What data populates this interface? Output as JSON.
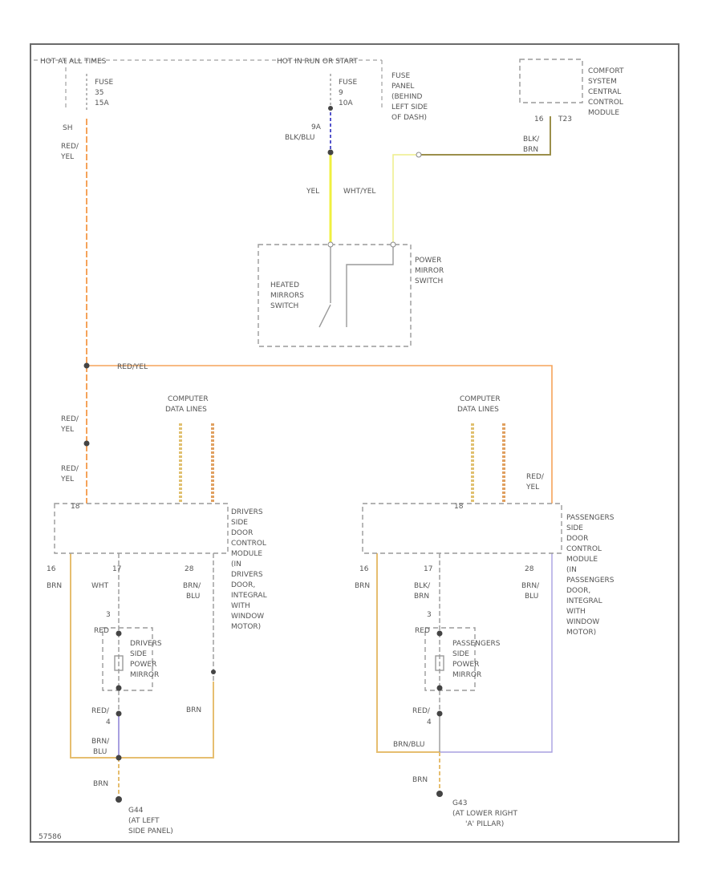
{
  "diagram": {
    "colors": {
      "red_yel": "#f5a35a",
      "yel": "#f0f040",
      "wht_yel": "#eeee88",
      "blk_brn": "#9b8f4a",
      "blk_blu": "#5555cc",
      "brn": "#e6be70",
      "brn_blu": "#a8a0e0",
      "data_line_left": "#e0c070",
      "data_line_right": "#e0a060",
      "gray_wire": "#9a9a9a"
    },
    "top": {
      "hot_all_times": "HOT AT ALL TIMES",
      "hot_run_start": "HOT IN RUN OR START",
      "fuse1": [
        "FUSE",
        "35",
        "15A"
      ],
      "fuse2": [
        "FUSE",
        "9",
        "10A"
      ],
      "fuse_panel": [
        "FUSE",
        "PANEL",
        "(BEHIND",
        "LEFT SIDE",
        "OF DASH)"
      ],
      "connector_a": "SH",
      "wire_a": [
        "RED/",
        "YEL"
      ],
      "connector_b": "9A",
      "wire_b": "BLK/BLU"
    },
    "comfort": {
      "label": [
        "COMFORT",
        "SYSTEM",
        "CENTRAL",
        "CONTROL",
        "MODULE"
      ],
      "pin": "16",
      "connector": "T23",
      "wire": [
        "BLK/",
        "BRN"
      ]
    },
    "switch": {
      "yel": "YEL",
      "wht_yel": "WHT/YEL",
      "power_mirror": [
        "POWER",
        "MIRROR",
        "SWITCH"
      ],
      "heated": [
        "HEATED",
        "MIRRORS",
        "SWITCH"
      ]
    },
    "red_yel_bus": "RED/YEL",
    "wire_labels_left": {
      "w1": [
        "RED/",
        "YEL"
      ],
      "w2": [
        "RED/",
        "YEL"
      ]
    },
    "computer_left": [
      "COMPUTER",
      "DATA LINES"
    ],
    "computer_right": [
      "COMPUTER",
      "DATA LINES"
    ],
    "drivers": {
      "module": [
        "DRIVERS",
        "SIDE",
        "DOOR",
        "CONTROL",
        "MODULE",
        "(IN",
        "DRIVERS",
        "DOOR,",
        "INTEGRAL",
        "WITH",
        "WINDOW",
        "MOTOR)"
      ],
      "pins": {
        "p18": "18",
        "p17": "17",
        "p28": "28",
        "p16": "16"
      },
      "wires": {
        "brn": "BRN",
        "wht": "WHT",
        "brn_blu": [
          "BRN/",
          "BLU"
        ],
        "red": "RED",
        "red2": "RED/",
        "brn2": "BRN/",
        "blu": "BLU",
        "brn3": "BRN",
        "brn_gnd": "BRN"
      },
      "mirror": [
        "DRIVERS",
        "SIDE",
        "POWER",
        "MIRROR"
      ],
      "conn": {
        "c3": "3",
        "c4": "4"
      },
      "ground": [
        "G44",
        "(AT LEFT",
        "SIDE PANEL)"
      ]
    },
    "passengers": {
      "wire_red_yel": [
        "RED/",
        "YEL"
      ],
      "module": [
        "PASSENGERS",
        "SIDE",
        "DOOR",
        "CONTROL",
        "MODULE",
        "(IN",
        "PASSENGERS",
        "DOOR,",
        "INTEGRAL",
        "WITH",
        "WINDOW",
        "MOTOR)"
      ],
      "pins": {
        "p18": "18",
        "p17": "17",
        "p28": "28",
        "p16": "16"
      },
      "wires": {
        "brn": "BRN",
        "blk_brn": [
          "BLK/",
          "BRN"
        ],
        "brn_blu": [
          "BRN/",
          "BLU"
        ],
        "red": "RED",
        "red2": "RED/",
        "brn_blu2": "BRN/BLU",
        "brn_gnd": "BRN"
      },
      "mirror": [
        "PASSENGERS",
        "SIDE",
        "POWER",
        "MIRROR"
      ],
      "conn": {
        "c3": "3",
        "c4": "4"
      },
      "ground": [
        "G43",
        "(AT LOWER RIGHT",
        "'A' PILLAR)"
      ]
    },
    "footer_code": "57586"
  }
}
